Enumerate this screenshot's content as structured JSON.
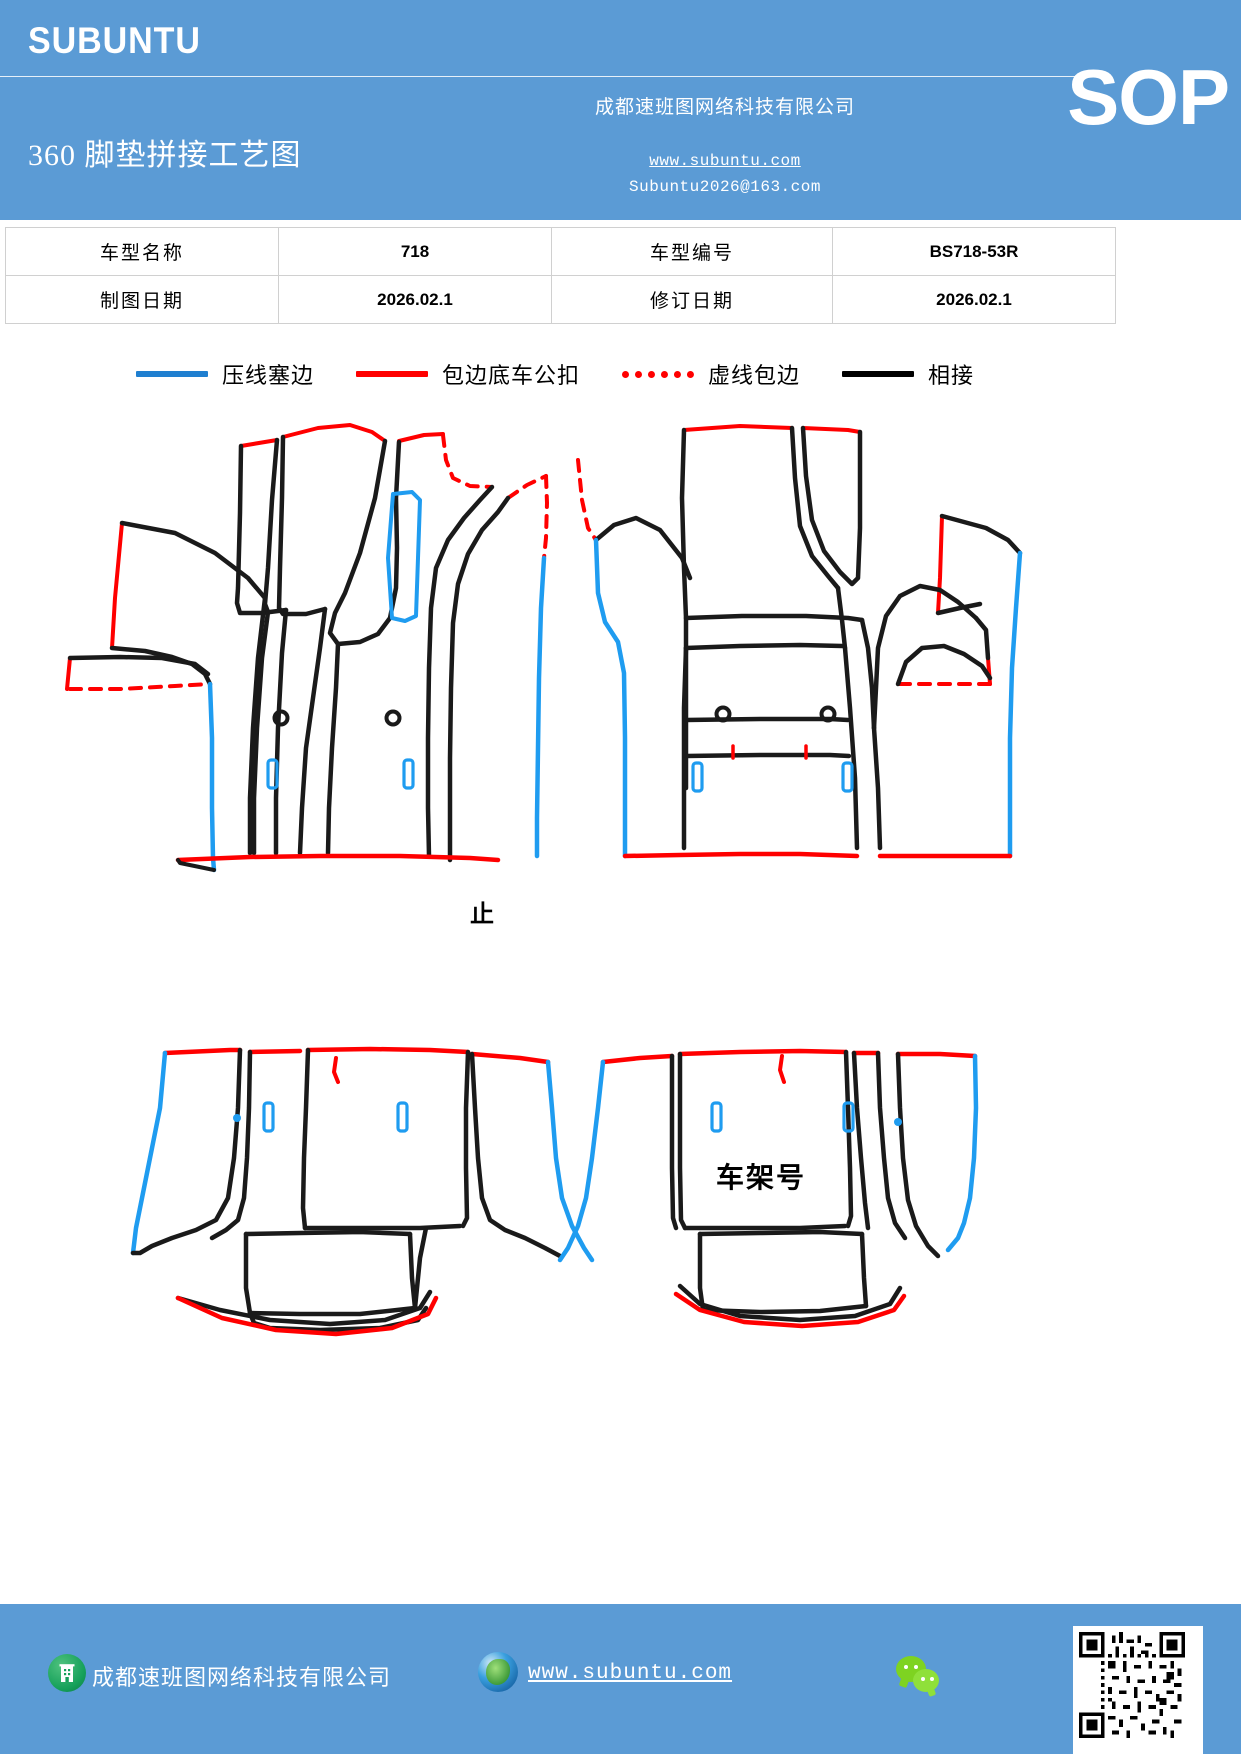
{
  "header": {
    "brand": "SUBUNTU",
    "doc_title": "360 脚垫拼接工艺图",
    "company": "成都速班图网络科技有限公司",
    "website": "www.subuntu.com",
    "email": "Subuntu2026@163.com",
    "badge": "SOP",
    "bg_color": "#5b9bd5"
  },
  "info_table": {
    "rows": [
      {
        "label1": "车型名称",
        "value1": "718",
        "label2": "车型编号",
        "value2": "BS718-53R"
      },
      {
        "label1": "制图日期",
        "value1": "2026.02.1",
        "label2": "修订日期",
        "value2": "2026.02.1"
      }
    ]
  },
  "legend": {
    "items": [
      {
        "label": "压线塞边",
        "color": "#1f7fd0",
        "style": "solid"
      },
      {
        "label": "包边底车公扣",
        "color": "#ff0000",
        "style": "solid"
      },
      {
        "label": "虚线包边",
        "color": "#ff0000",
        "style": "dotted"
      },
      {
        "label": "相接",
        "color": "#000000",
        "style": "solid"
      }
    ]
  },
  "drawing": {
    "annotations": [
      {
        "id": "stop",
        "text": "止"
      },
      {
        "id": "vin",
        "text": "车架号"
      }
    ],
    "colors": {
      "seam_blue": "#1f9cf0",
      "edge_red": "#ff0000",
      "join_black": "#1a1a1a"
    },
    "panels": [
      {
        "name": "front-left-mat",
        "position": "top-left"
      },
      {
        "name": "front-right-mat",
        "position": "top-right"
      },
      {
        "name": "rear-left-mat",
        "position": "bottom-left"
      },
      {
        "name": "rear-right-mat",
        "position": "bottom-right"
      }
    ]
  },
  "footer": {
    "company": "成都速班图网络科技有限公司",
    "website": "www.subuntu.com",
    "company_icon": "building-icon",
    "globe_icon": "globe-icon",
    "wechat_icon": "wechat-icon",
    "qr_icon": "qr-code",
    "bg_color": "#5b9bd5"
  }
}
